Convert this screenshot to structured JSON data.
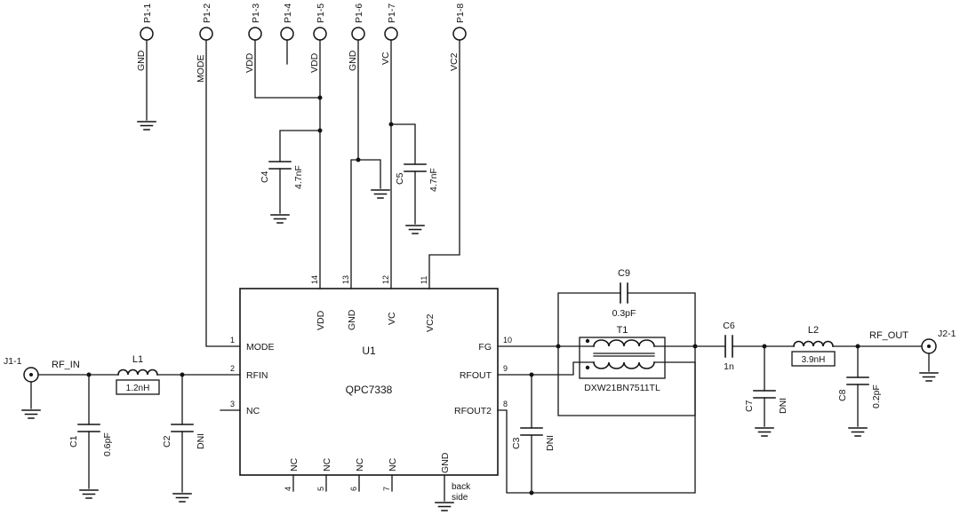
{
  "header": {
    "pins": [
      {
        "ref": "P1-1",
        "net": "GND"
      },
      {
        "ref": "P1-2",
        "net": "MODE"
      },
      {
        "ref": "P1-3",
        "net": "VDD"
      },
      {
        "ref": "P1-4",
        "net": ""
      },
      {
        "ref": "P1-5",
        "net": "VDD"
      },
      {
        "ref": "P1-6",
        "net": "GND"
      },
      {
        "ref": "P1-7",
        "net": "VC"
      },
      {
        "ref": "P1-8",
        "net": "VC2"
      }
    ]
  },
  "ic": {
    "ref": "U1",
    "part": "QPC7338",
    "pins_top": [
      {
        "num": "14",
        "name": "VDD"
      },
      {
        "num": "13",
        "name": "GND"
      },
      {
        "num": "12",
        "name": "VC"
      },
      {
        "num": "11",
        "name": "VC2"
      }
    ],
    "pins_left": [
      {
        "num": "1",
        "name": "MODE"
      },
      {
        "num": "2",
        "name": "RFIN"
      },
      {
        "num": "3",
        "name": "NC"
      }
    ],
    "pins_right": [
      {
        "num": "10",
        "name": "FG"
      },
      {
        "num": "9",
        "name": "RFOUT"
      },
      {
        "num": "8",
        "name": "RFOUT2"
      }
    ],
    "pins_bottom": [
      {
        "num": "4",
        "name": "NC"
      },
      {
        "num": "5",
        "name": "NC"
      },
      {
        "num": "6",
        "name": "NC"
      },
      {
        "num": "7",
        "name": "NC"
      }
    ],
    "pad_name": "GND",
    "pad_note1": "back",
    "pad_note2": "side"
  },
  "input": {
    "connector": "J1-1",
    "net": "RF_IN",
    "l1_ref": "L1",
    "l1_val": "1.2nH",
    "c1_ref": "C1",
    "c1_val": "0.6pF",
    "c2_ref": "C2",
    "c2_val": "DNI"
  },
  "supply": {
    "c4_ref": "C4",
    "c4_val": "4.7nF",
    "c5_ref": "C5",
    "c5_val": "4.7nF"
  },
  "output": {
    "c9_ref": "C9",
    "c9_val": "0.3pF",
    "t1_ref": "T1",
    "t1_part": "DXW21BN7511TL",
    "c3_ref": "C3",
    "c3_val": "DNI",
    "c6_ref": "C6",
    "c6_val": "1n",
    "c7_ref": "C7",
    "c7_val": "DNI",
    "l2_ref": "L2",
    "l2_val": "3.9nH",
    "c8_ref": "C8",
    "c8_val": "0.2pF",
    "net": "RF_OUT",
    "connector": "J2-1"
  }
}
